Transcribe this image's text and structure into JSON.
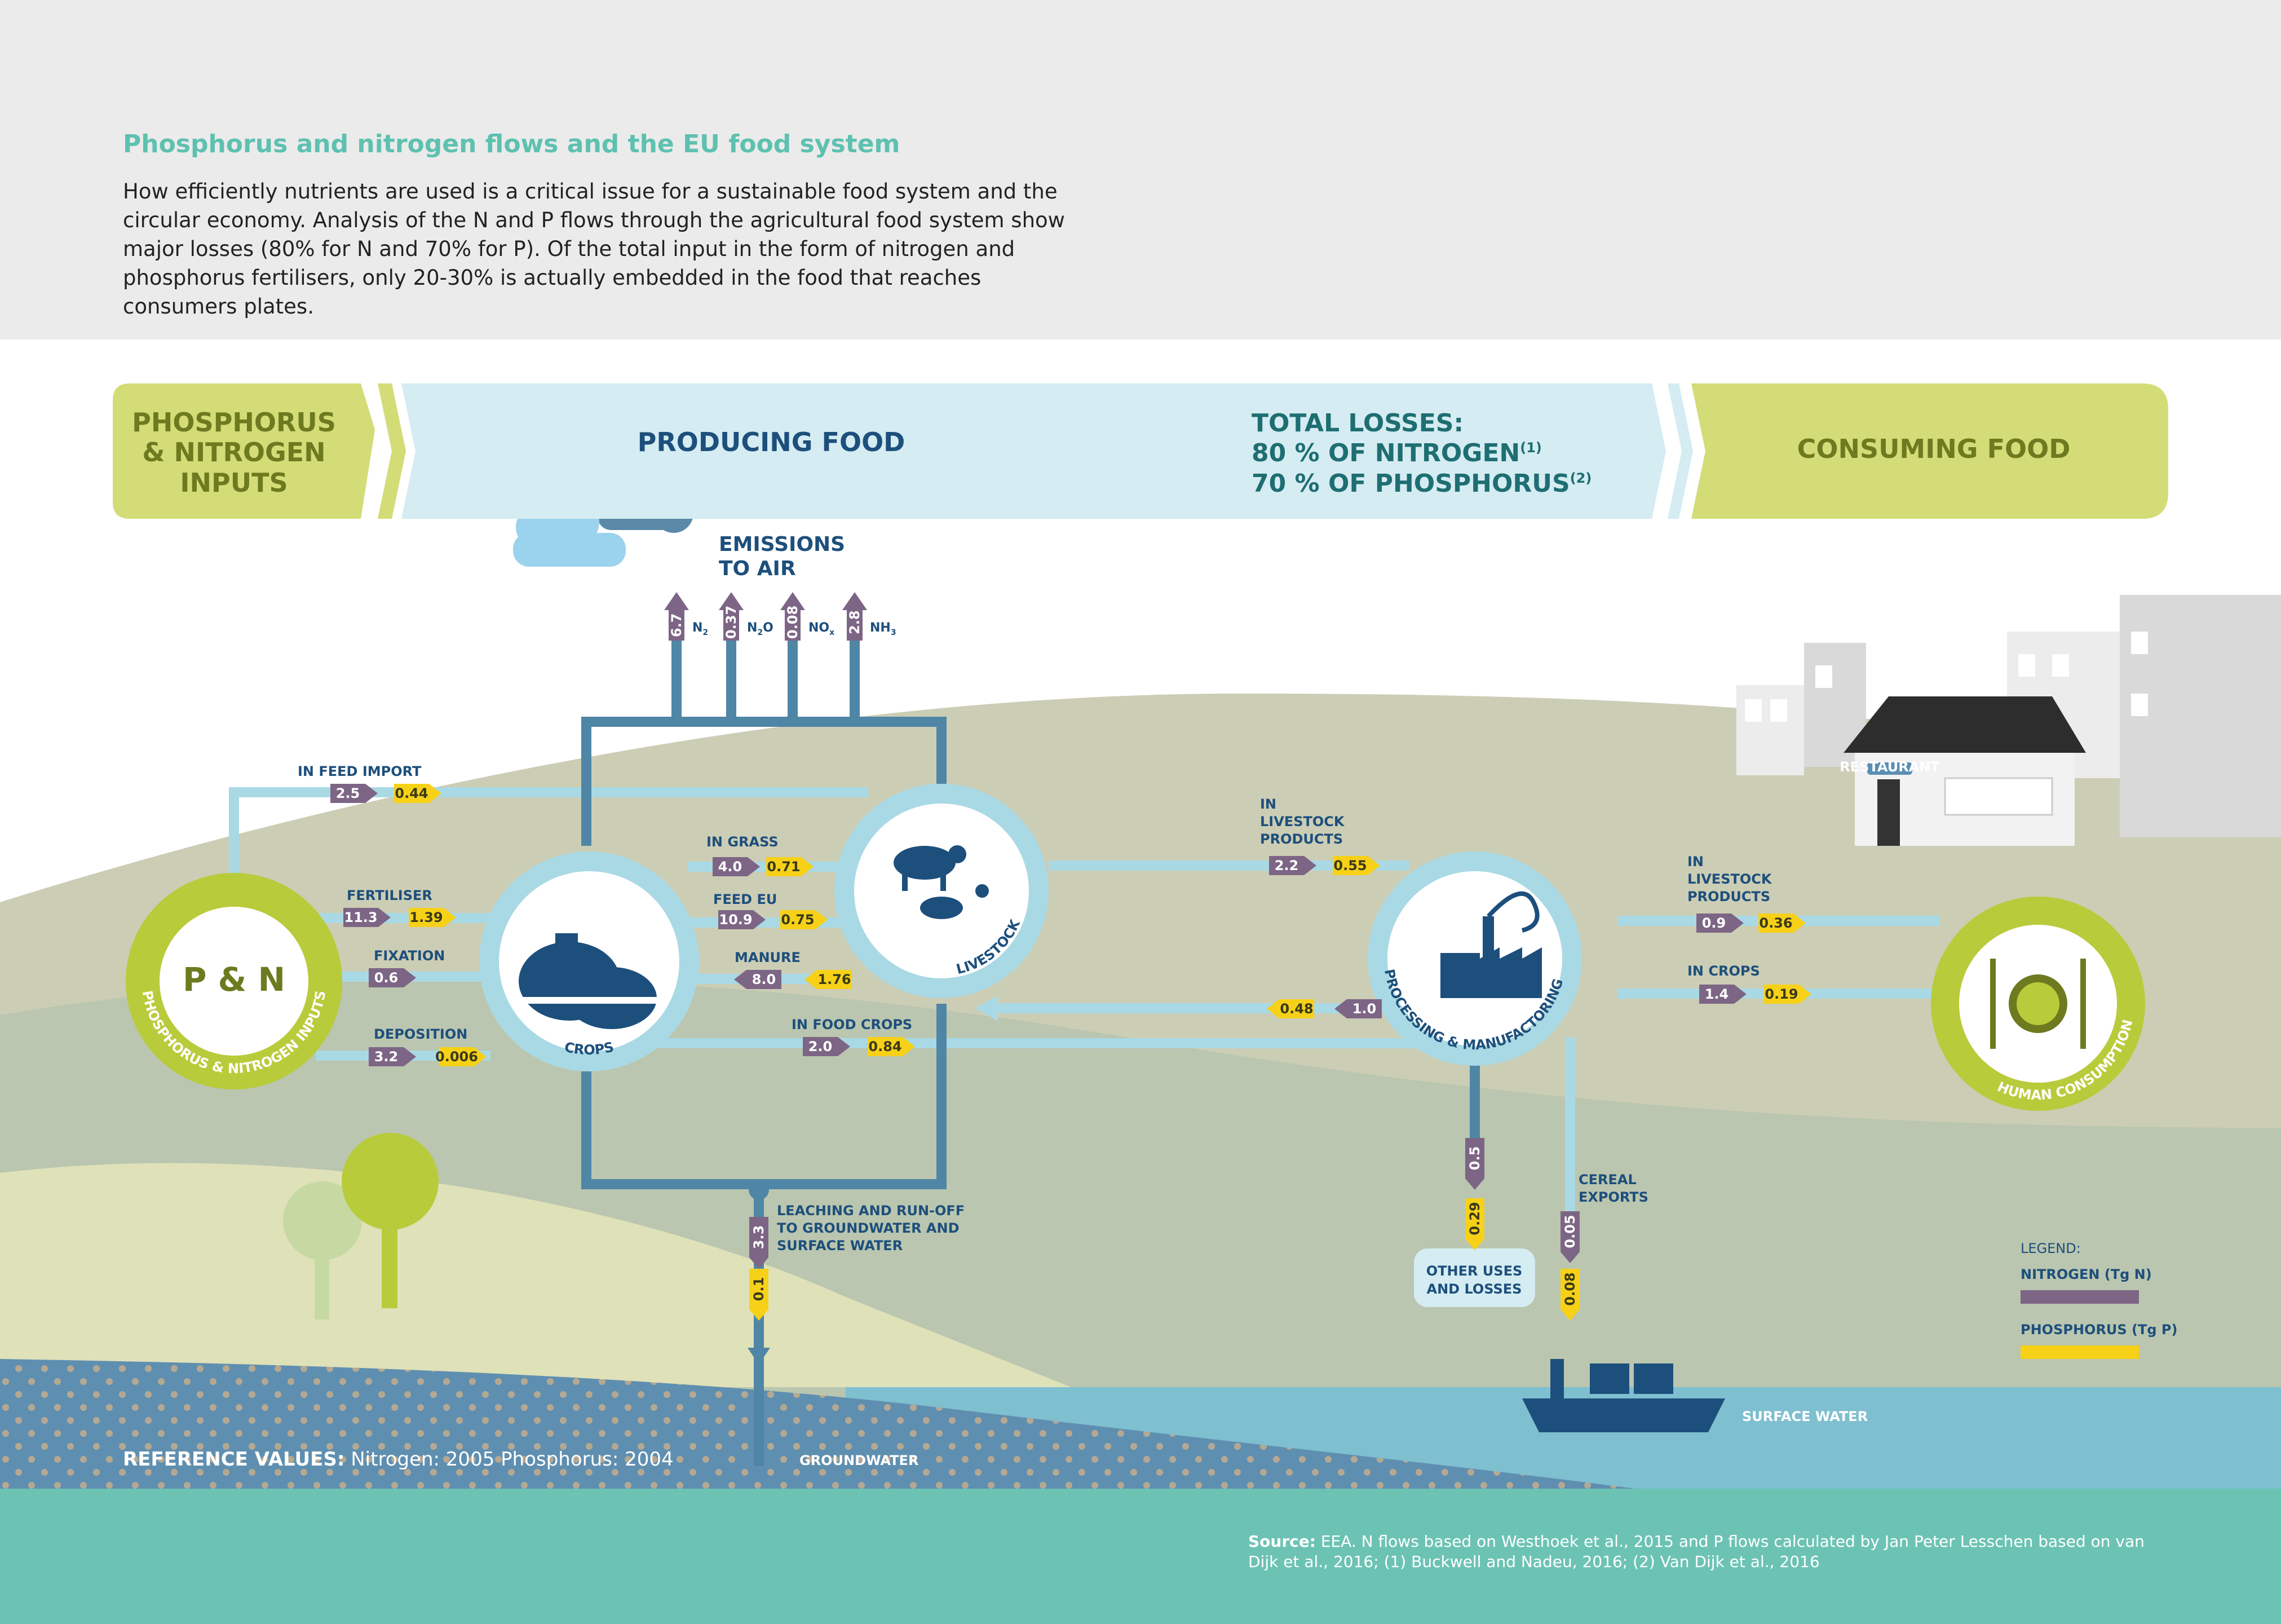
{
  "header": {
    "title": "Phosphorus and nitrogen flows and the EU food system",
    "intro": "How efficiently nutrients are used is a critical issue for a sustainable food system and the circular economy. Analysis of the N and P flows through the agricultural food system show major losses (80% for N and 70% for P). Of the total input in the form of nitrogen and phosphorus fertilisers, only 20-30% is actually embedded in the food that reaches consumers plates."
  },
  "banner": {
    "inputs_line1": "PHOSPHORUS",
    "inputs_line2": "& NITROGEN",
    "inputs_line3": "INPUTS",
    "producing": "PRODUCING FOOD",
    "losses_title": "TOTAL LOSSES:",
    "losses_n": "80 % OF NITROGEN",
    "losses_n_ref": "(1)",
    "losses_p": "70 % OF PHOSPHORUS",
    "losses_p_ref": "(2)",
    "consuming": "CONSUMING FOOD"
  },
  "nodes": {
    "pn_center": "P & N",
    "pn_ring": "PHOSPHORUS & NITROGEN INPUTS",
    "crops": "CROPS",
    "livestock": "LIVESTOCK",
    "processing": "PROCESSING & MANUFACTORING",
    "human": "HUMAN CONSUMPTION"
  },
  "emissions": {
    "title_line1": "EMISSIONS",
    "title_line2": "TO AIR",
    "items": [
      {
        "gas": "N",
        "sub": "2",
        "value": "6.7"
      },
      {
        "gas": "N",
        "sub": "2",
        "suffix": "O",
        "value": "0.37"
      },
      {
        "gas": "NO",
        "sub": "x",
        "value": "0.08"
      },
      {
        "gas": "NH",
        "sub": "3",
        "value": "2.8"
      }
    ]
  },
  "flows": {
    "feed_import": {
      "label": "IN FEED IMPORT",
      "n": "2.5",
      "p": "0.44"
    },
    "fertiliser": {
      "label": "FERTILISER",
      "n": "11.3",
      "p": "1.39"
    },
    "fixation": {
      "label": "FIXATION",
      "n": "0.6"
    },
    "deposition": {
      "label": "DEPOSITION",
      "n": "3.2",
      "p": "0.006"
    },
    "grass": {
      "label": "IN GRASS",
      "n": "4.0",
      "p": "0.71"
    },
    "feed_eu": {
      "label": "FEED EU",
      "n": "10.9",
      "p": "0.75"
    },
    "manure": {
      "label": "MANURE",
      "n": "8.0",
      "p": "1.76"
    },
    "food_crops": {
      "label": "IN FOOD CROPS",
      "n": "2.0",
      "p": "0.84"
    },
    "livestock_products": {
      "label_line1": "IN",
      "label_line2": "LIVESTOCK",
      "label_line3": "PRODUCTS",
      "n": "2.2",
      "p": "0.55"
    },
    "to_human_livestock": {
      "label_line1": "IN",
      "label_line2": "LIVESTOCK",
      "label_line3": "PRODUCTS",
      "n": "0.9",
      "p": "0.36"
    },
    "to_human_crops": {
      "label": "IN CROPS",
      "n": "1.4",
      "p": "0.19"
    },
    "return": {
      "n": "1.0",
      "p": "0.48"
    },
    "leaching": {
      "label_line1": "LEACHING AND RUN-OFF",
      "label_line2": "TO GROUNDWATER AND",
      "label_line3": "SURFACE WATER",
      "n": "3.3",
      "p": "0.1"
    },
    "other_uses": {
      "label_line1": "OTHER USES",
      "label_line2": "AND LOSSES",
      "n": "0.5",
      "p": "0.29"
    },
    "cereal_exports": {
      "label_line1": "CEREAL",
      "label_line2": "EXPORTS",
      "n": "0.05",
      "p": "0.08"
    }
  },
  "places": {
    "groundwater": "GROUNDWATER",
    "surface_water": "SURFACE WATER",
    "restaurant": "RESTAURANT"
  },
  "legend": {
    "title": "LEGEND:",
    "nitrogen": "NITROGEN (Tg N)",
    "phosphorus": "PHOSPHORUS (Tg P)"
  },
  "footer": {
    "ref_label": "REFERENCE VALUES:",
    "ref_text": " Nitrogen: 2005 Phosphorus: 2004",
    "source_label": "Source:",
    "source_text": " EEA. N flows based on Westhoek et al., 2015 and P flows calculated by Jan Peter Lesschen based on van Dijk et al., 2016; (1) Buckwell and Nadeu, 2016; (2) Van Dijk et al., 2016"
  },
  "colors": {
    "nitrogen": "#7d6585",
    "phosphorus": "#f7d117",
    "pipe": "#a9d9e5",
    "dark_pipe": "#4f86a5",
    "green_accent": "#b8cb3b",
    "navy": "#1d4f7c",
    "teal_title": "#5ec1b0",
    "footer": "#6cc3b3"
  }
}
